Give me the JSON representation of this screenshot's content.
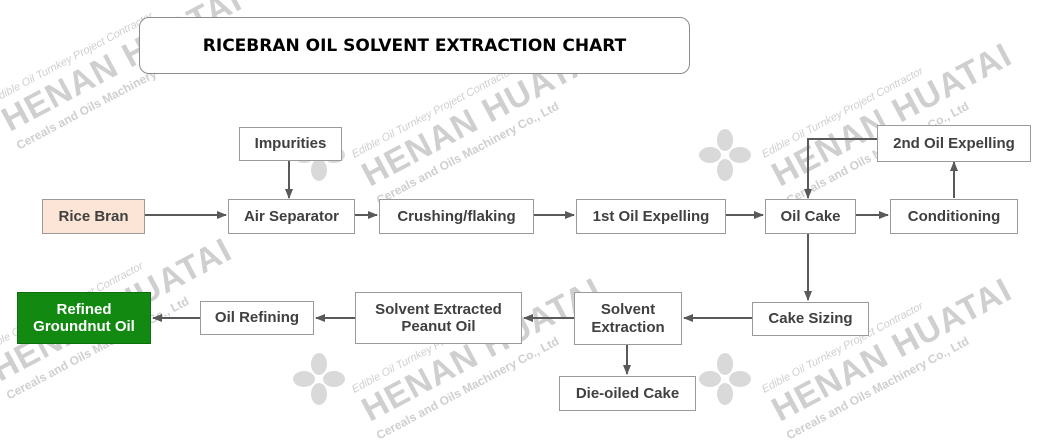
{
  "title": "RICEBRAN OIL SOLVENT EXTRACTION CHART",
  "colors": {
    "rice_bran_fill": "#fce4d6",
    "refined_fill": "#128a12",
    "arrow": "#595959",
    "watermark": "#cfcfcf"
  },
  "watermark": {
    "line1": "Edible Oil Turnkey Project Contractor",
    "line2": "HENAN HUATAI",
    "line3": "Cereals and Oils Machinery Co., Ltd"
  },
  "nodes": {
    "impurities": "Impurities",
    "rice_bran": "Rice Bran",
    "air_separator": "Air Separator",
    "crushing": "Crushing/flaking",
    "first_expelling": "1st Oil Expelling",
    "oil_cake": "Oil Cake",
    "conditioning": "Conditioning",
    "second_expelling": "2nd Oil Expelling",
    "cake_sizing": "Cake Sizing",
    "solvent_extraction": "Solvent Extraction",
    "dieoiled_cake": "Die-oiled Cake",
    "solvent_extracted_oil": "Solvent Extracted Peanut Oil",
    "oil_refining": "Oil Refining",
    "refined_oil": "Refined Groundnut Oil"
  }
}
